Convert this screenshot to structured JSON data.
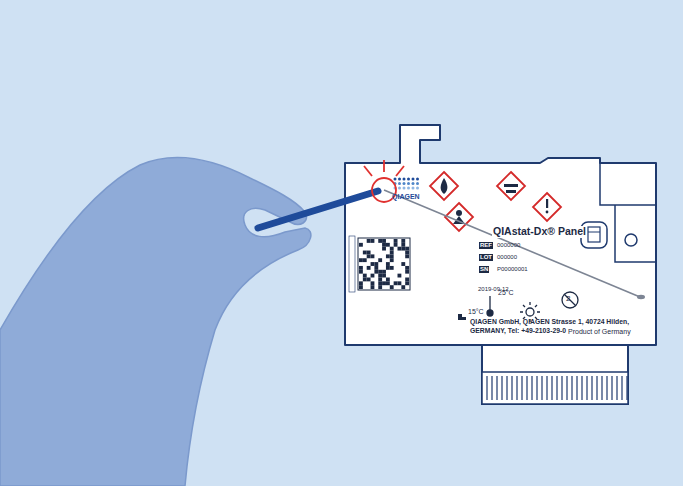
{
  "diagram": {
    "labels": [
      "QIAGEN",
      "QIAstat-Dx® Panel",
      "REF",
      "0000000",
      "LOT",
      "000000",
      "SN",
      "P00000001",
      "2019-09-12",
      "25°C",
      "15°C",
      "2",
      "QIAGEN GmbH, QIAGEN Strasse 1, 40724 Hilden,",
      "GERMANY, Tel: +49-2103-29-0",
      "Product of Germany"
    ]
  }
}
